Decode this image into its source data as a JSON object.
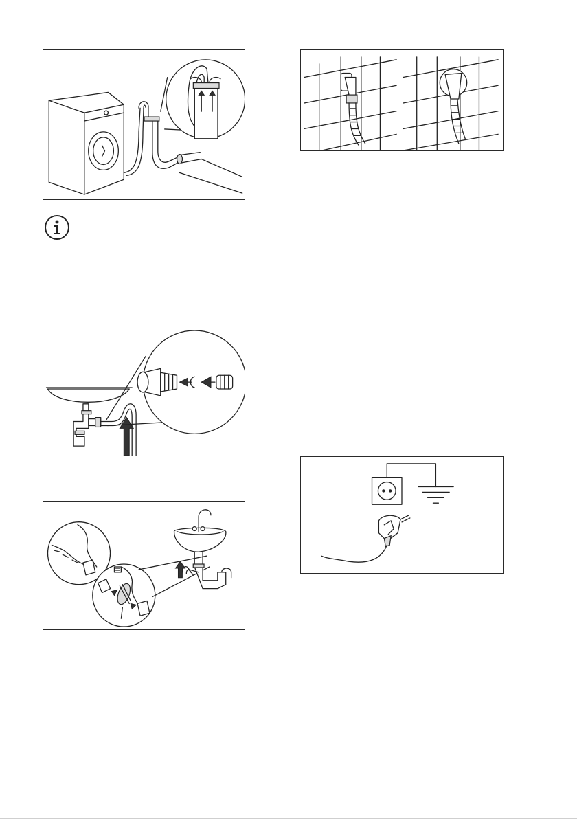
{
  "page": {
    "figures": [
      {
        "id": "washer-standpipe",
        "icon": "washer-drain-standpipe-illustration"
      },
      {
        "id": "wall-drain",
        "icon": "wall-drain-hose-illustration"
      },
      {
        "id": "sink-trap-spigot",
        "icon": "sink-trap-spigot-illustration"
      },
      {
        "id": "washbasin-filter",
        "icon": "washbasin-filter-illustration"
      },
      {
        "id": "earthed-socket",
        "icon": "earthed-socket-plug-illustration"
      }
    ],
    "info_icon": "info-icon",
    "colors": {
      "line": "#222222",
      "frame": "#2a2a2a",
      "background": "#ffffff"
    }
  }
}
